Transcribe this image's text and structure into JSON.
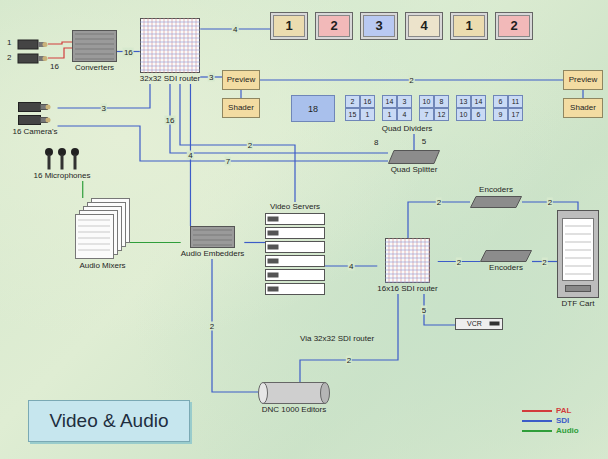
{
  "diagram": {
    "title": "Video & Audio",
    "nodes": [
      {
        "text": [
          "Converters"
        ]
      },
      {
        "text": [
          "32x32 SDI router"
        ]
      },
      {
        "text": [
          "1"
        ]
      },
      {
        "text": [
          "2"
        ]
      },
      {
        "text": [
          "3"
        ]
      },
      {
        "text": [
          "4"
        ]
      },
      {
        "text": [
          "1"
        ]
      },
      {
        "text": [
          "2"
        ]
      },
      {
        "text": [
          "Preview"
        ]
      },
      {
        "text": [
          "Shader"
        ]
      },
      {
        "text": [
          "Preview"
        ]
      },
      {
        "text": [
          "Shader"
        ]
      },
      {
        "text": [
          "Quad Dividers"
        ]
      },
      {
        "text": [
          "Quad Splitter"
        ]
      },
      {
        "text": [
          "16 Camera's"
        ]
      },
      {
        "text": [
          "16 Microphones"
        ]
      },
      {
        "text": [
          "Audio Mixers"
        ]
      },
      {
        "text": [
          "Audio Embedders"
        ]
      },
      {
        "text": [
          "Video Servers"
        ]
      },
      {
        "text": [
          "Encoders"
        ]
      },
      {
        "text": [
          "16x16 SDI router"
        ]
      },
      {
        "text": [
          "Encoders"
        ]
      },
      {
        "text": [
          "DTF Cart"
        ]
      },
      {
        "text": [
          "VCR"
        ]
      },
      {
        "text": [
          "DNC 1000 Editors"
        ]
      }
    ],
    "edges": [
      {
        "from": 0,
        "to": 1,
        "label": "16",
        "arrow": "none"
      },
      {
        "from": 14,
        "to": 1,
        "label": "3",
        "arrow": "none"
      },
      {
        "from": 1,
        "to": 2,
        "label": "4",
        "arrow": "none"
      },
      {
        "from": 1,
        "to": 8,
        "label": "3",
        "arrow": "none"
      },
      {
        "from": 8,
        "to": 10,
        "label": "2",
        "arrow": "none"
      },
      {
        "from": 8,
        "to": 9,
        "arrow": "none"
      },
      {
        "from": 10,
        "to": 11,
        "arrow": "none"
      },
      {
        "from": 1,
        "to": 13,
        "label": "16",
        "arrow": "none"
      },
      {
        "from": 14,
        "to": 13,
        "label": "7",
        "arrow": "none"
      },
      {
        "from": 1,
        "to": 17,
        "label": "4",
        "arrow": "none"
      },
      {
        "from": 15,
        "to": 16,
        "arrow": "none"
      },
      {
        "from": 16,
        "to": 17,
        "arrow": "none"
      },
      {
        "from": 17,
        "to": 18,
        "arrow": "none"
      },
      {
        "from": 18,
        "to": 1,
        "label": "2",
        "arrow": "none"
      },
      {
        "from": 18,
        "to": 20,
        "label": "4",
        "arrow": "none"
      },
      {
        "from": 20,
        "to": 19,
        "label": "2",
        "arrow": "none"
      },
      {
        "from": 19,
        "to": 22,
        "label": "2",
        "arrow": "none"
      },
      {
        "from": 20,
        "to": 21,
        "label": "2",
        "arrow": "none"
      },
      {
        "from": 21,
        "to": 22,
        "label": "2",
        "arrow": "none"
      },
      {
        "from": 20,
        "to": 23,
        "label": "5",
        "arrow": "none"
      },
      {
        "from": 20,
        "to": 24,
        "label": "2",
        "arrow": "none"
      },
      {
        "from": 17,
        "to": 24,
        "label": "2",
        "arrow": "none"
      },
      {
        "from": 13,
        "to": 12,
        "label": "5",
        "arrow": "none"
      }
    ],
    "labels": [
      "1",
      "2",
      "16",
      "18",
      "2",
      "16",
      "15",
      "1",
      "14",
      "3",
      "1",
      "4",
      "10",
      "8",
      "7",
      "12",
      "13",
      "14",
      "10",
      "6",
      "6",
      "11",
      "9",
      "17",
      "8",
      "Via 32x32 SDI router"
    ],
    "legend": [
      {
        "text": "PAL",
        "color": "#d23c3c"
      },
      {
        "text": "SDI",
        "color": "#3c5cc8"
      },
      {
        "text": "Audio",
        "color": "#2f9e3a"
      }
    ]
  }
}
